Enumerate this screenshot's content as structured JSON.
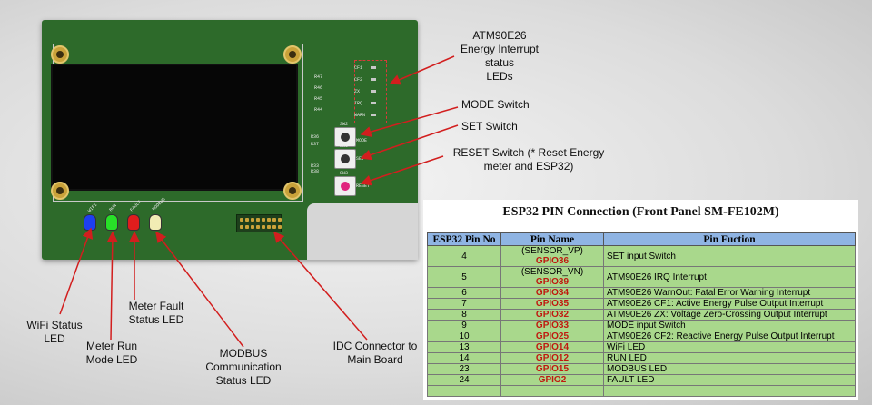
{
  "colors": {
    "pcb": "#2d6a2a",
    "arrow": "#d21e1e",
    "table_header": "#8fb4e3",
    "table_row": "#a9d88c",
    "gpio_text": "#c0190f"
  },
  "board": {
    "status_led_labels": [
      "CF1",
      "CF2",
      "ZX",
      "IRQ",
      "WARN"
    ],
    "led_silk_labels": [
      "WIFI",
      "RUN",
      "FAULT",
      "MODBUS"
    ],
    "button_labels": [
      "MODE",
      "SET",
      "RESET"
    ],
    "button_refs": [
      "SW2",
      "SW1",
      "SW3"
    ],
    "resistor_refs": [
      "R47",
      "R46",
      "R45",
      "R44",
      "R36",
      "R37",
      "R33",
      "R38"
    ]
  },
  "callouts": {
    "led_status": "ATM90E26\nEnergy Interrupt status\nLEDs",
    "mode_switch": "MODE Switch",
    "set_switch": "SET Switch",
    "reset_switch": "RESET Switch (* Reset Energy\nmeter and ESP32)",
    "wifi_led": "WiFi Status\nLED",
    "run_led": "Meter Run\nMode LED",
    "fault_led": "Meter Fault\nStatus LED",
    "modbus_led": "MODBUS\nCommunication\nStatus LED",
    "idc": "IDC Connector to\nMain Board"
  },
  "table": {
    "title": "ESP32 PIN Connection (Front Panel SM-FE102M)",
    "headers": [
      "ESP32 Pin No",
      "Pin Name",
      "Pin Fuction"
    ],
    "rows": [
      {
        "pin": "4",
        "prefix": "(SENSOR_VP) ",
        "gpio": "GPIO36",
        "func": "SET input Switch"
      },
      {
        "pin": "5",
        "prefix": "(SENSOR_VN) ",
        "gpio": "GPIO39",
        "func": "ATM90E26 IRQ Interrupt"
      },
      {
        "pin": "6",
        "prefix": "",
        "gpio": "GPIO34",
        "func": "ATM90E26 WarnOut: Fatal Error Warning Interrupt"
      },
      {
        "pin": "7",
        "prefix": "",
        "gpio": "GPIO35",
        "func": "ATM90E26 CF1: Active Energy Pulse Output Interrupt"
      },
      {
        "pin": "8",
        "prefix": "",
        "gpio": "GPIO32",
        "func": "ATM90E26 ZX: Voltage Zero-Crossing Output Interrupt"
      },
      {
        "pin": "9",
        "prefix": "",
        "gpio": "GPIO33",
        "func": "MODE input Switch"
      },
      {
        "pin": "10",
        "prefix": "",
        "gpio": "GPIO25",
        "func": "ATM90E26 CF2: Reactive Energy Pulse Output Interrupt"
      },
      {
        "pin": "13",
        "prefix": "",
        "gpio": "GPIO14",
        "func": "WiFi LED"
      },
      {
        "pin": "14",
        "prefix": "",
        "gpio": "GPIO12",
        "func": "RUN LED"
      },
      {
        "pin": "23",
        "prefix": "",
        "gpio": "GPIO15",
        "func": "MODBUS LED"
      },
      {
        "pin": "24",
        "prefix": "",
        "gpio": "GPIO2",
        "func": "FAULT LED"
      },
      {
        "pin": "",
        "prefix": "",
        "gpio": "",
        "func": ""
      }
    ]
  }
}
